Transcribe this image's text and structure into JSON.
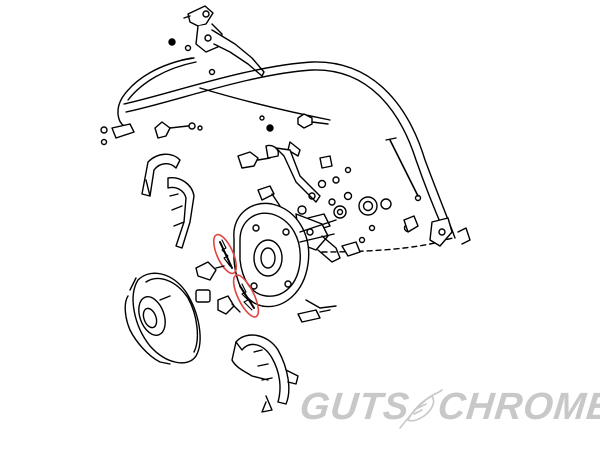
{
  "logo": {
    "word_left": "GUTS",
    "word_right": "CHROME",
    "emblem": "feather-icon",
    "color": "#c8c8c8"
  },
  "colors": {
    "line": "#000000",
    "highlight": "#e0443e",
    "background": "#ffffff"
  },
  "highlighted_parts": [
    "upper-return-spring",
    "lower-return-spring"
  ]
}
